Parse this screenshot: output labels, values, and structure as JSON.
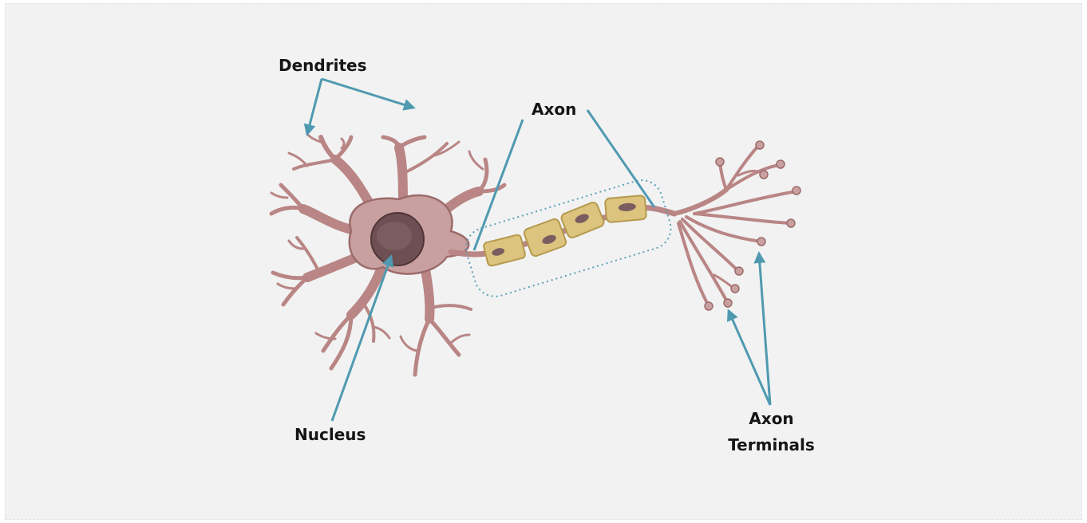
{
  "labels": {
    "dendrites": "Dendrites",
    "axon": "Axon",
    "nucleus": "Nucleus",
    "axon_terminals_line1": "Axon",
    "axon_terminals_line2": "Terminals"
  },
  "colors": {
    "background": "#f2f2f2",
    "pointer": "#4f9ab0",
    "cell_body": "#c9a0a0",
    "cell_outline": "#9c6b6b",
    "nucleus": "#6e4f53",
    "myelin": "#dcc47f",
    "myelin_outline": "#b59a4f",
    "myelin_nucleus": "#7a5d60",
    "dotted_box": "#5aa1b8"
  }
}
